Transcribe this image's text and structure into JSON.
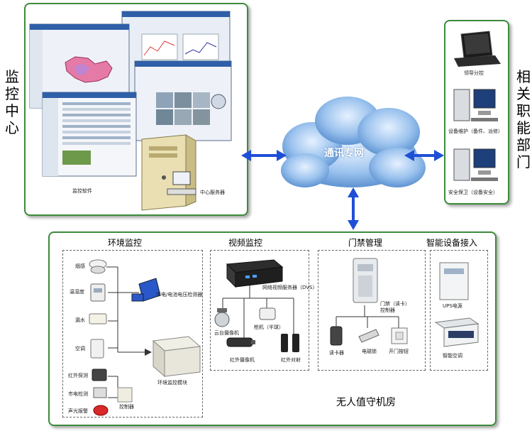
{
  "monitoring_center": {
    "label": "监控中心",
    "software_label": "监控软件",
    "server_label": "中心服务器"
  },
  "departments": {
    "label": "相关职能部门",
    "items": [
      "领导分控",
      "设备维护（备件、派修）",
      "安全保卫（设备安全）"
    ]
  },
  "network": {
    "label": "通讯专网"
  },
  "machine_room": {
    "label": "无人值守机房",
    "environment": {
      "title": "环境监控",
      "sensors": [
        "烟感",
        "温湿度",
        "漏水",
        "空调"
      ],
      "power_monitor_label": "市电/电池电压检测器",
      "host_label": "环境监控模块",
      "lower_devices": [
        "红外探测",
        "市电检测",
        "声光报警"
      ],
      "controller_label": "控制器"
    },
    "video": {
      "title": "视频监控",
      "dvs_label": "网络视频服务器（DVS）",
      "devices": [
        "云台摄像机",
        "枪机（半球）",
        "红外摄像机",
        "红外对射"
      ]
    },
    "access": {
      "title": "门禁管理",
      "controller_label": "门禁（读卡）控制器",
      "devices": [
        "读卡器",
        "电磁锁",
        "开门按钮"
      ]
    },
    "smart": {
      "title": "智能设备接入",
      "devices": [
        "UPS电源",
        "智能空调"
      ]
    }
  },
  "colors": {
    "panel_border": "#3c8c3c",
    "arrow": "#1f4fd6",
    "cloud": "#7fb0e6"
  }
}
